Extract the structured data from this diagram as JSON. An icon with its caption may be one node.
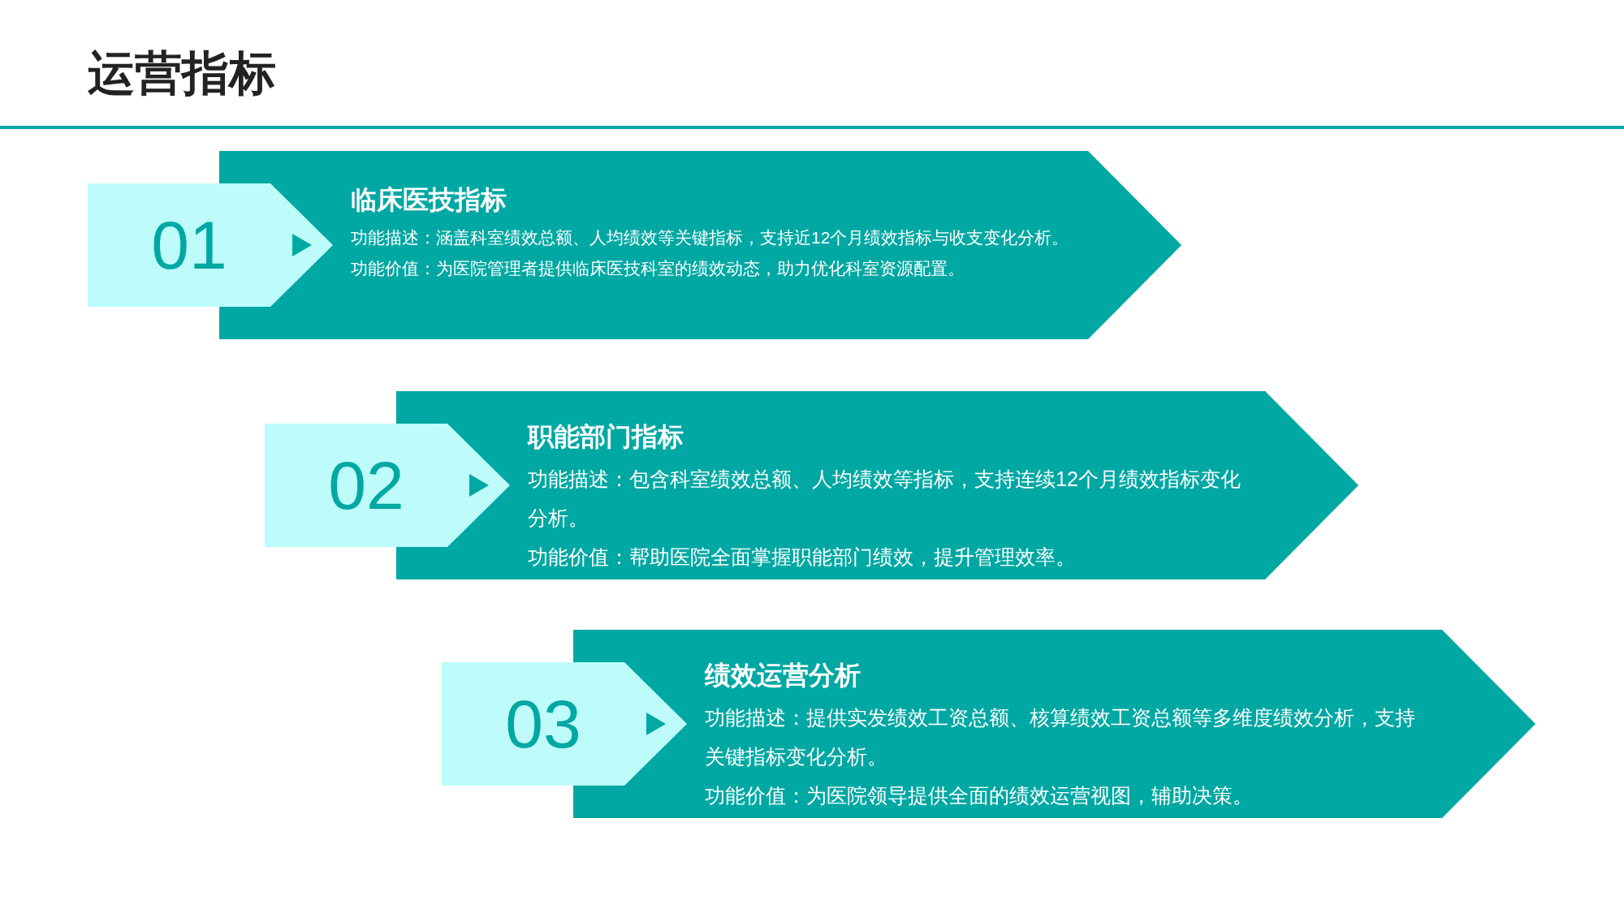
{
  "diagram": {
    "title": "运营指标",
    "nodes": [
      {
        "text": [
          "01"
        ]
      },
      {
        "text": [
          "临床医技指标",
          "功能描述：涵盖科室绩效总额、人均绩效等关键指标，支持近12个月绩效指标与收支变化分析。",
          "功能价值：为医院管理者提供临床医技科室的绩效动态，助力优化科室资源配置。"
        ]
      },
      {
        "text": [
          "02"
        ]
      },
      {
        "text": [
          "职能部门指标",
          "功能描述：包含科室绩效总额、人均绩效等指标，支持连续12个月绩效指标变化分析。",
          "功能价值：帮助医院全面掌握职能部门绩效，提升管理效率。"
        ]
      },
      {
        "text": [
          "03"
        ]
      },
      {
        "text": [
          "绩效运营分析",
          "功能描述：提供实发绩效工资总额、核算绩效工资总额等多维度绩效分析，支持关键指标变化分析。",
          "功能价值：为医院领导提供全面的绩效运营视图，辅助决策。"
        ]
      }
    ]
  }
}
